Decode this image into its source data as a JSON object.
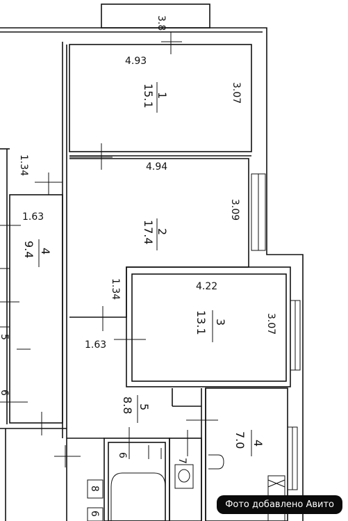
{
  "rooms": [
    {
      "id": "room-1",
      "number": "1",
      "area": "15.1",
      "width": "4.93",
      "depth": "3.07"
    },
    {
      "id": "room-2",
      "number": "2",
      "area": "17.4",
      "width": "4.94",
      "depth": "3.09"
    },
    {
      "id": "room-3",
      "number": "3",
      "area": "13.1",
      "width": "4.22",
      "depth": "3.07"
    },
    {
      "id": "room-4-left",
      "number": "4",
      "area": "9.4"
    },
    {
      "id": "room-4-right",
      "number": "4",
      "area": "7.0"
    },
    {
      "id": "room-5",
      "number": "5",
      "area": "8.8"
    }
  ],
  "labels": {
    "balcony": "3.8",
    "left_134": "1.34",
    "left_163": "1.63",
    "mid_134": "1.34",
    "mid_163": "1.63",
    "small_5": "5",
    "small_6": "6",
    "num_6": "6",
    "num_7": "7",
    "num_8": "8",
    "num_6b": "6"
  },
  "watermark": "Фото добавлено Авито"
}
